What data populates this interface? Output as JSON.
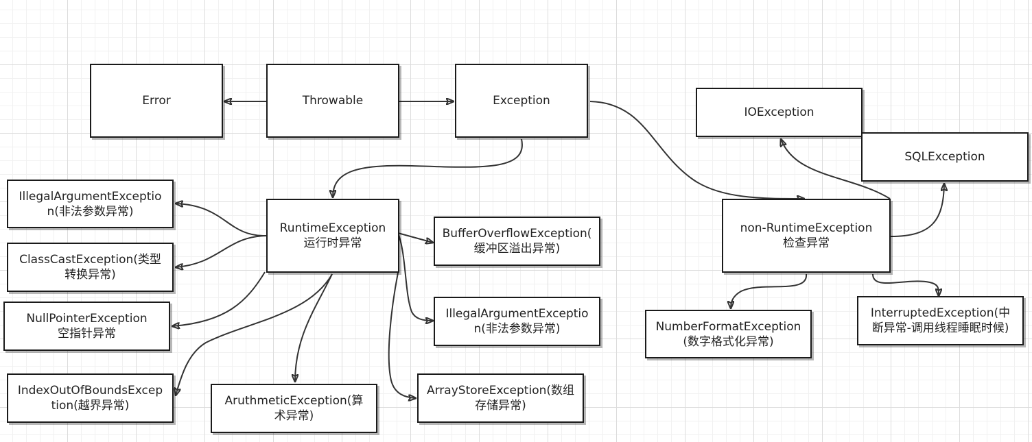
{
  "nodes": {
    "error": {
      "lines": [
        "Error"
      ]
    },
    "throwable": {
      "lines": [
        "Throwable"
      ]
    },
    "exception": {
      "lines": [
        "Exception"
      ]
    },
    "ioexception": {
      "lines": [
        "IOException"
      ]
    },
    "sqlexception": {
      "lines": [
        "SQLException"
      ]
    },
    "illegal_arg_left": {
      "lines": [
        "IllegalArgumentExceptio",
        "n(非法参数异常)"
      ]
    },
    "runtime": {
      "lines": [
        "RuntimeException",
        "运行时异常"
      ]
    },
    "buffer_overflow": {
      "lines": [
        "BufferOverflowException(",
        "缓冲区溢出异常)"
      ]
    },
    "non_runtime": {
      "lines": [
        "non-RuntimeException",
        "检查异常"
      ]
    },
    "class_cast": {
      "lines": [
        "ClassCastException(类型",
        "转换异常)"
      ]
    },
    "null_pointer": {
      "lines": [
        "NullPointerException",
        "空指针异常"
      ]
    },
    "illegal_arg_right": {
      "lines": [
        "IllegalArgumentExceptio",
        "n(非法参数异常)"
      ]
    },
    "number_format": {
      "lines": [
        "NumberFormatException",
        "(数字格式化异常)"
      ]
    },
    "interrupted": {
      "lines": [
        "InterruptedException(中",
        "断异常-调用线程睡眠时候)"
      ]
    },
    "index_out_of_bounds": {
      "lines": [
        "IndexOutOfBoundsExcep",
        "tion(越界异常)"
      ]
    },
    "arithmetic": {
      "lines": [
        "AruthmeticException(算",
        "术异常)"
      ]
    },
    "array_store": {
      "lines": [
        "ArrayStoreException(数组",
        "存储异常)"
      ]
    }
  },
  "edges": [
    {
      "from": "throwable",
      "to": "error"
    },
    {
      "from": "throwable",
      "to": "exception"
    },
    {
      "from": "exception",
      "to": "runtime"
    },
    {
      "from": "exception",
      "to": "non_runtime"
    },
    {
      "from": "runtime",
      "to": "illegal_arg_left"
    },
    {
      "from": "runtime",
      "to": "class_cast"
    },
    {
      "from": "runtime",
      "to": "null_pointer"
    },
    {
      "from": "runtime",
      "to": "index_out_of_bounds"
    },
    {
      "from": "runtime",
      "to": "arithmetic"
    },
    {
      "from": "runtime",
      "to": "array_store"
    },
    {
      "from": "runtime",
      "to": "illegal_arg_right"
    },
    {
      "from": "runtime",
      "to": "buffer_overflow"
    },
    {
      "from": "non_runtime",
      "to": "ioexception"
    },
    {
      "from": "non_runtime",
      "to": "sqlexception"
    },
    {
      "from": "non_runtime",
      "to": "number_format"
    },
    {
      "from": "non_runtime",
      "to": "interrupted"
    }
  ]
}
